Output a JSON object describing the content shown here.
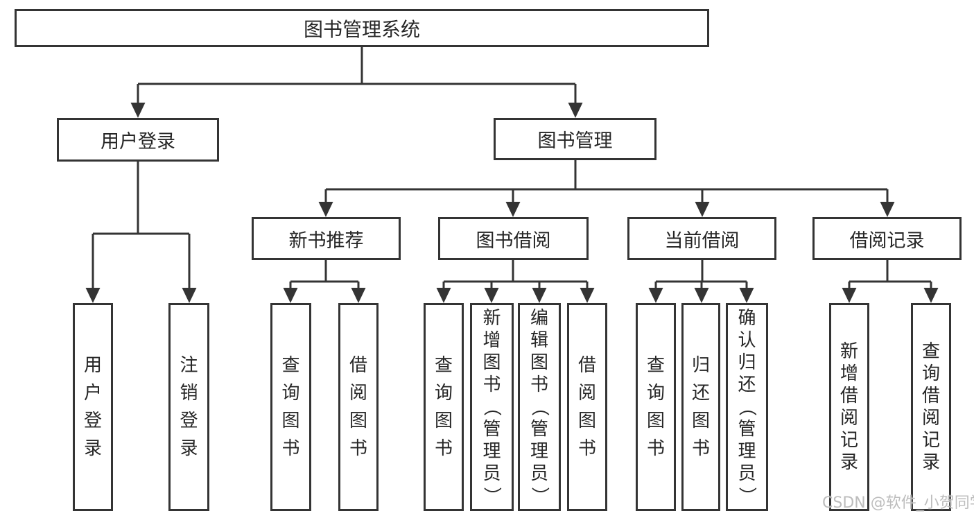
{
  "page": {
    "background": "#ffffff"
  },
  "colors": {
    "line": "#343434",
    "box_border": "#343434",
    "text": "#262626",
    "watermark": "#b9b9b9"
  },
  "tree": {
    "root": {
      "label": "图书管理系统"
    },
    "branches": [
      {
        "label": "用户登录",
        "children": [
          {
            "label": "用户登录"
          },
          {
            "label": "注销登录"
          }
        ]
      },
      {
        "label": "图书管理",
        "children": [
          {
            "label": "新书推荐",
            "children": [
              {
                "label": "查询图书"
              },
              {
                "label": "借阅图书"
              }
            ]
          },
          {
            "label": "图书借阅",
            "children": [
              {
                "label": "查询图书"
              },
              {
                "label": "新增图书（管理员）"
              },
              {
                "label": "编辑图书（管理员）"
              },
              {
                "label": "借阅图书"
              }
            ]
          },
          {
            "label": "当前借阅",
            "children": [
              {
                "label": "查询图书"
              },
              {
                "label": "归还图书"
              },
              {
                "label": "确认归还（管理员）"
              }
            ]
          },
          {
            "label": "借阅记录",
            "children": [
              {
                "label": "新增借阅记录"
              },
              {
                "label": "查询借阅记录"
              }
            ]
          }
        ]
      }
    ]
  },
  "watermark": {
    "label": "CSDN @软件_小贺同学"
  }
}
